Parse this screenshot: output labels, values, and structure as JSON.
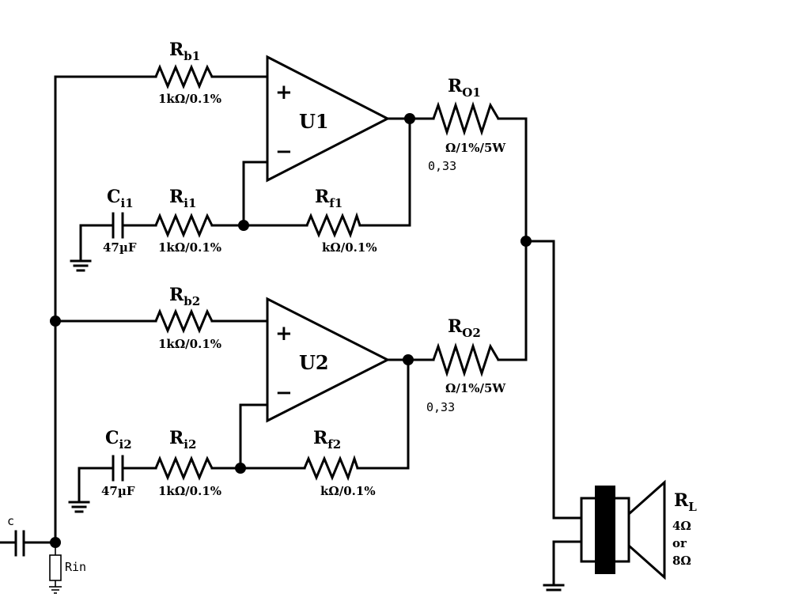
{
  "labels": {
    "rb1": {
      "main": "R",
      "sub": "b1"
    },
    "rb1_value": "1kΩ/0.1%",
    "ri1": {
      "main": "R",
      "sub": "i1"
    },
    "ri1_value": "1kΩ/0.1%",
    "ci1": {
      "main": "C",
      "sub": "i1"
    },
    "ci1_value": "47µF",
    "rf1": {
      "main": "R",
      "sub": "f1"
    },
    "rf1_value": "kΩ/0.1%",
    "ro1": {
      "main": "R",
      "sub": "O1"
    },
    "ro1_value": "Ω/1%/5W",
    "ro1_extra": "0,33",
    "u1": "U1",
    "rb2": {
      "main": "R",
      "sub": "b2"
    },
    "rb2_value": "1kΩ/0.1%",
    "ri2": {
      "main": "R",
      "sub": "i2"
    },
    "ri2_value": "1kΩ/0.1%",
    "ci2": {
      "main": "C",
      "sub": "i2"
    },
    "ci2_value": "47µF",
    "rf2": {
      "main": "R",
      "sub": "f2"
    },
    "rf2_value": "kΩ/0.1%",
    "ro2": {
      "main": "R",
      "sub": "O2"
    },
    "ro2_value": "Ω/1%/5W",
    "ro2_extra": "0,33",
    "u2": "U2",
    "plus": "+",
    "minus": "−",
    "c_in": "c",
    "rin": "Rin",
    "rl": {
      "main": "R",
      "sub": "L"
    },
    "rl_value1": "4Ω",
    "rl_value2": "or",
    "rl_value3": "8Ω"
  }
}
